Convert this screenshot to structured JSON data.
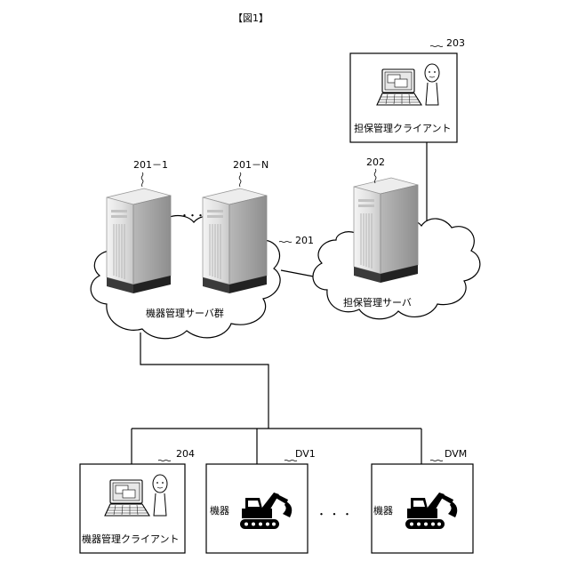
{
  "figure": {
    "title": "【図1】"
  },
  "servers": {
    "server_1_ref": "201－1",
    "server_n_ref": "201－N",
    "ellipsis": "・・・",
    "group_ref": "201",
    "group_label": "機器管理サーバ群"
  },
  "maintenance_server": {
    "ref": "202",
    "label": "担保管理サーバ"
  },
  "maintenance_client": {
    "ref": "203",
    "label": "担保管理クライアント"
  },
  "device_client": {
    "ref": "204",
    "label": "機器管理クライアント"
  },
  "devices": [
    {
      "ref": "DV1",
      "label": "機器"
    },
    {
      "ref": "DVM",
      "label": "機器"
    }
  ],
  "device_ellipsis": "・ ・ ・",
  "icons": [
    "server-tower-icon",
    "cloud-icon",
    "laptop-icon",
    "person-icon",
    "excavator-icon"
  ]
}
